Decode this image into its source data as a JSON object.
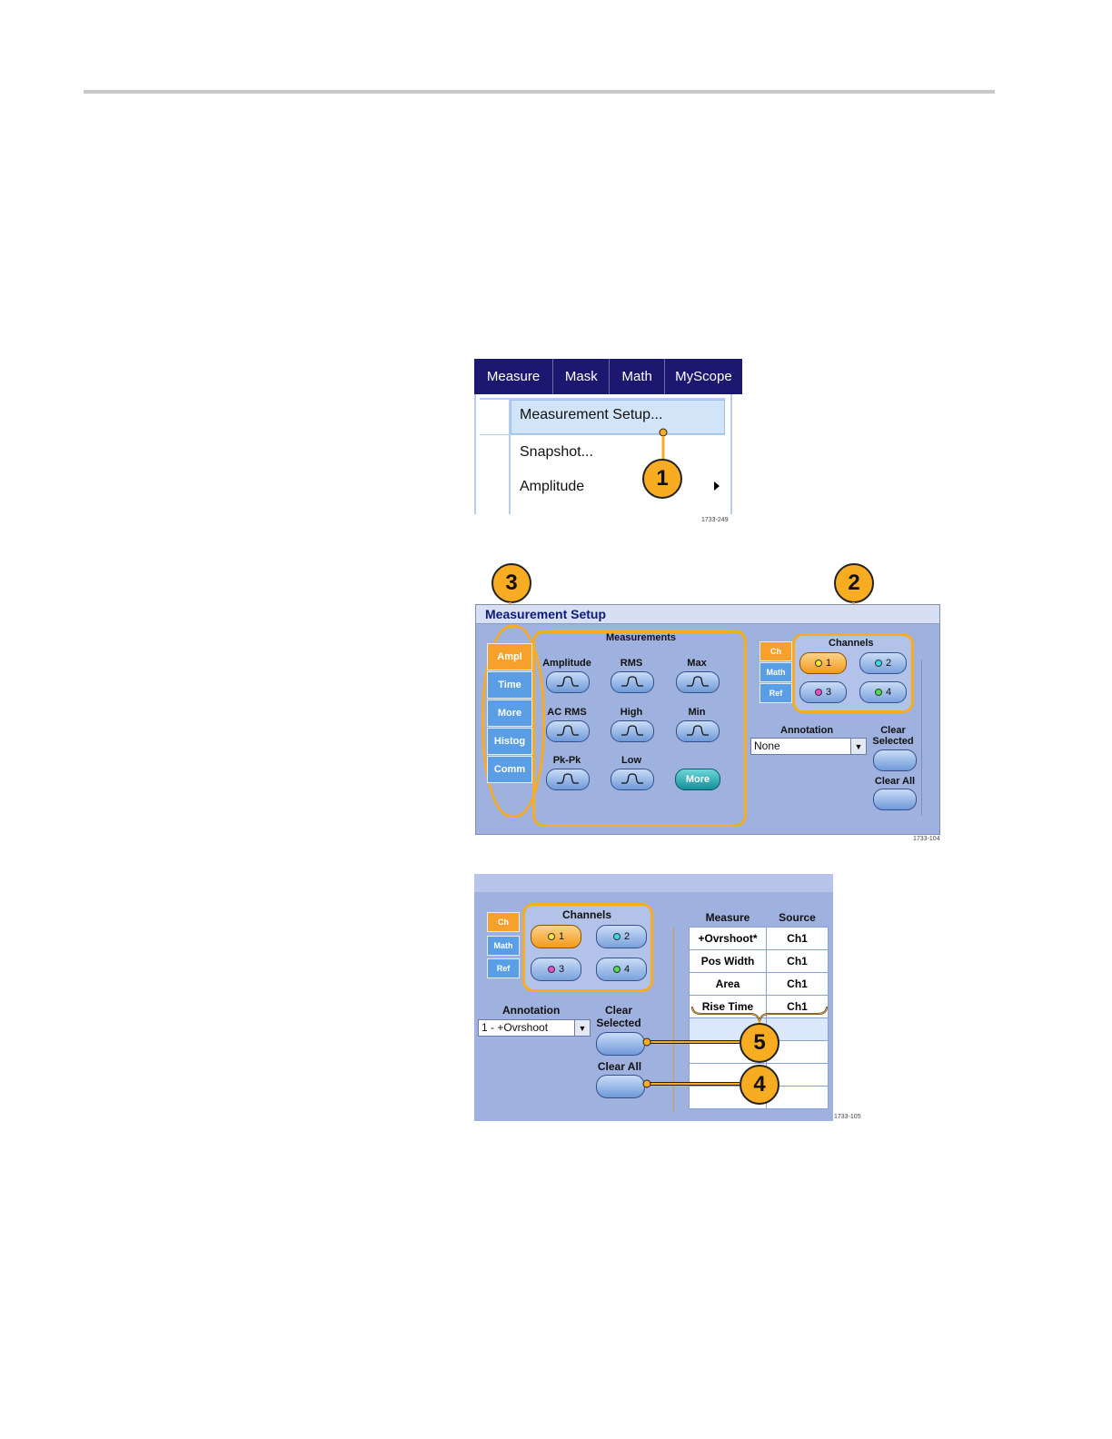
{
  "menubar": {
    "items": [
      "Measure",
      "Mask",
      "Math",
      "MyScope"
    ]
  },
  "menu": {
    "items": [
      {
        "label": "Measurement Setup..."
      },
      {
        "label": "Snapshot..."
      },
      {
        "label": "Amplitude"
      }
    ],
    "fig_code": "1733-249"
  },
  "callouts": {
    "c1": "1",
    "c2": "2",
    "c3": "3",
    "c4": "4",
    "c5": "5"
  },
  "setup": {
    "title": "Measurement Setup",
    "tabs": [
      "Ampl",
      "Time",
      "More",
      "Histog",
      "Comm"
    ],
    "measurements_title": "Measurements",
    "measurements": [
      "Amplitude",
      "RMS",
      "Max",
      "AC RMS",
      "High",
      "Min",
      "Pk-Pk",
      "Low"
    ],
    "more_label": "More",
    "source_tabs": [
      "Ch",
      "Math",
      "Ref"
    ],
    "channels_title": "Channels",
    "channels": [
      "1",
      "2",
      "3",
      "4"
    ],
    "annotation_label": "Annotation",
    "annotation_value": "None",
    "clear_selected": [
      "Clear",
      "Selected"
    ],
    "clear_all": "Clear All",
    "fig_code": "1733-104"
  },
  "results": {
    "source_tabs": [
      "Ch",
      "Math",
      "Ref"
    ],
    "channels_title": "Channels",
    "channels": [
      "1",
      "2",
      "3",
      "4"
    ],
    "annotation_label": "Annotation",
    "annotation_value": "1 - +Ovrshoot",
    "clear_selected": [
      "Clear",
      "Selected"
    ],
    "clear_all": "Clear All",
    "headers": [
      "Measure",
      "Source"
    ],
    "rows": [
      {
        "measure": "+Ovrshoot*",
        "source": "Ch1"
      },
      {
        "measure": "Pos Width",
        "source": "Ch1"
      },
      {
        "measure": "Area",
        "source": "Ch1"
      },
      {
        "measure": "Rise Time",
        "source": "Ch1"
      }
    ],
    "fig_code": "1733-105"
  },
  "colors": {
    "menubar": "#1c1870",
    "accent": "#f7ac22",
    "panel": "#9fb1de",
    "tab": "#5a9fe6"
  }
}
